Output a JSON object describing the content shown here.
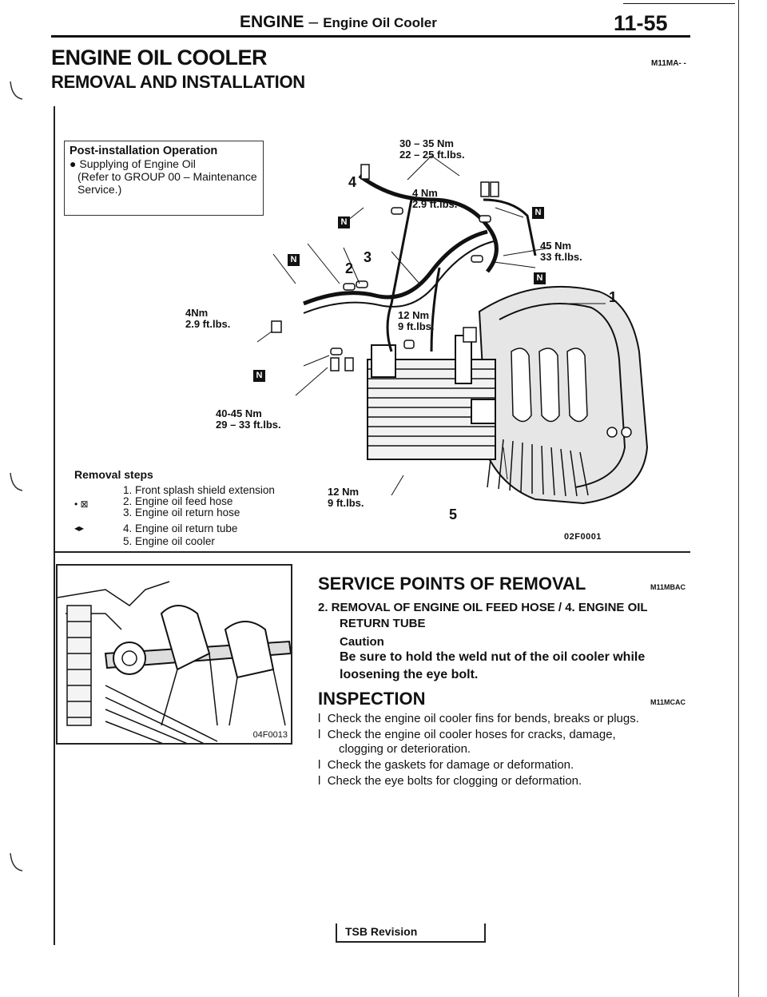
{
  "header": {
    "section": "ENGINE",
    "separator": "–",
    "subsection": "Engine Oil Cooler",
    "page": "11-55"
  },
  "title": "ENGINE OIL COOLER",
  "title_code": "M11MA- -",
  "subtitle": "REMOVAL AND INSTALLATION",
  "post_installation": {
    "heading": "Post-installation Operation",
    "bullet": "●",
    "line1": "Supplying of Engine Oil",
    "line2": "(Refer to GROUP 00 – Maintenance",
    "line3": "Service.)"
  },
  "diagram": {
    "torque_top_nm": "30 – 35 Nm",
    "torque_top_ft": "22 – 25 ft.lbs.",
    "torque_4nm_r": "4 Nm",
    "torque_29_r": "2.9 ft.lbs.",
    "torque_45nm": "45 Nm",
    "torque_33": "33 ft.lbs.",
    "torque_4nm_l": "4Nm",
    "torque_29_l": "2.9 ft.lbs.",
    "torque_12nm_mid": "12 Nm",
    "torque_9_mid": "9 ft.lbs.",
    "torque_4045": "40-45 Nm",
    "torque_2933": "29 – 33 ft.lbs.",
    "torque_12nm_bot": "12 Nm",
    "torque_9_bot": "9 ft.lbs.",
    "n_label": "N",
    "numbers": [
      "1",
      "2",
      "3",
      "4",
      "5"
    ],
    "code": "02F0001"
  },
  "removal": {
    "title": "Removal steps",
    "step1": "1. Front splash shield extension",
    "step2": "2. Engine oil feed hose",
    "step3": "3. Engine oil return hose",
    "step4": "4. Engine oil return tube",
    "step5": "5. Engine oil cooler",
    "mark1": "• ⊠",
    "mark2": "◂▸"
  },
  "photo": {
    "code": "04F0013"
  },
  "service_points": {
    "heading": "SERVICE POINTS OF REMOVAL",
    "code": "M11MBAC",
    "item_line1": "2. REMOVAL OF ENGINE OIL FEED HOSE / 4. ENGINE OIL",
    "item_line2": "RETURN TUBE",
    "caution_label": "Caution",
    "caution_line1": "Be sure to hold the weld nut of the oil cooler while",
    "caution_line2": "loosening the eye bolt."
  },
  "inspection": {
    "heading": "INSPECTION",
    "code": "M11MCAC",
    "bullet": "l",
    "b1": "Check the engine oil cooler fins for bends, breaks or plugs.",
    "b2a": "Check the engine oil cooler hoses for cracks, damage,",
    "b2b": "clogging or deterioration.",
    "b3": "Check the gaskets for damage or deformation.",
    "b4": "Check the eye bolts for clogging or deformation."
  },
  "footer": {
    "tsb": "TSB Revision"
  }
}
